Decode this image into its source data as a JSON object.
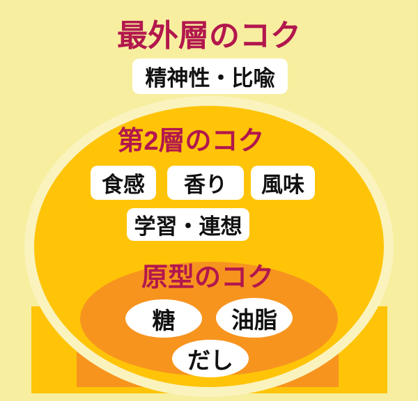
{
  "diagram": {
    "outer_layer": {
      "title": "最外層のコク",
      "item": "精神性・比喩"
    },
    "second_layer": {
      "title": "第2層のコク",
      "items": [
        "食感",
        "香り",
        "風味",
        "学習・連想"
      ]
    },
    "core_layer": {
      "title": "原型のコク",
      "items": [
        "糖",
        "油脂",
        "だし"
      ]
    }
  },
  "colors": {
    "background": "#F8EEA0",
    "ring": "#FAF3BE",
    "gold": "#FFC408",
    "orange": "#F7941E",
    "title_crimson": "#B2174D",
    "chip_background": "#FFFFFF",
    "chip_text": "#111111"
  }
}
